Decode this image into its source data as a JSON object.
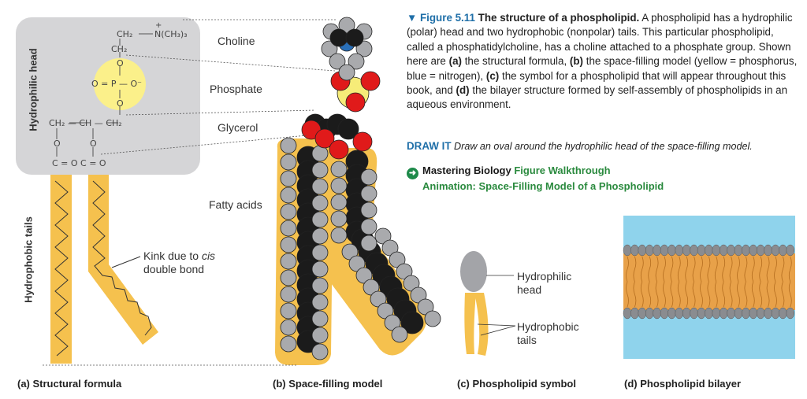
{
  "caption": {
    "figure_label": "▼ Figure 5.11",
    "title": "The structure of a phospholipid.",
    "body1": " A phospholipid has a hydrophilic (polar) head and two hydrophobic (nonpolar) tails. This particular phospholipid, called a phosphatidylcholine, has a choline attached to a phosphate group. Shown here are ",
    "a": "(a)",
    "body2": " the structural formula, ",
    "b": "(b)",
    "body3": " the space-filling model (yellow = phosphorus, blue = nitrogen), ",
    "c": "(c)",
    "body4": " the symbol for a phospholipid that will appear throughout this book, and ",
    "d": "(d)",
    "body5": " the bilayer structure formed by self-assembly of phospholipids in an aqueous environment."
  },
  "draw_it": {
    "label": "DRAW IT",
    "text": "Draw an oval around the hydrophilic head of the space-filling model."
  },
  "mastering": {
    "brand": "Mastering Biology",
    "link1": "Figure Walkthrough",
    "link2": "Animation: Space-Filling Model of a Phospholipid"
  },
  "side_labels": {
    "hydrophilic_head": "Hydrophilic head",
    "hydrophobic_tails": "Hydrophobic tails"
  },
  "group_labels": {
    "choline": "Choline",
    "phosphate": "Phosphate",
    "glycerol": "Glycerol",
    "fatty_acids": "Fatty acids"
  },
  "formula": {
    "ch2_top": "CH₂",
    "n_group": "N(CH₃)₃",
    "plus": "+",
    "ch2_2": "CH₂",
    "o1": "O",
    "phosphate_row": "O = P — O⁻",
    "o2": "O",
    "glycerol_row": "CH₂ — CH — CH₂",
    "o3": "O",
    "o4": "O",
    "carbonyl_row": "C = O   C = O"
  },
  "kink": {
    "line1": "Kink due to ",
    "cis": "cis",
    "line2": "double bond"
  },
  "symbol_labels": {
    "head_line1": "Hydrophilic",
    "head_line2": "head",
    "tail_line1": "Hydrophobic",
    "tail_line2": "tails"
  },
  "panels": {
    "a": "(a) Structural formula",
    "b": "(b) Space-filling model",
    "c": "(c) Phospholipid symbol",
    "d": "(d) Phospholipid bilayer"
  },
  "colors": {
    "tail_gold": "#f5c14e",
    "head_gray": "#d5d5d7",
    "phosphate_yellow": "#fbf08a",
    "water_blue": "#8fd3ec",
    "accent_blue": "#1f6fa8",
    "accent_green": "#2a8a3e"
  }
}
